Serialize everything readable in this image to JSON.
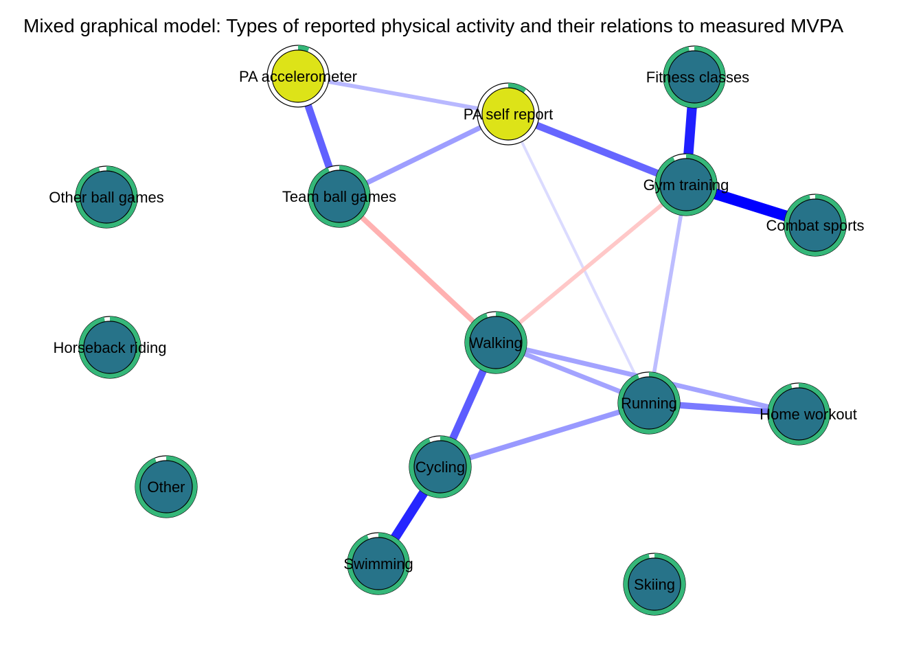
{
  "title": "Mixed graphical model: Types of reported physical activity and their relations to measured MVPA",
  "colors": {
    "continuous_node": "#dde318",
    "categorical_node": "#277389",
    "pie_fill": "#35b779",
    "positive_edge": "#0000ff",
    "negative_edge": "#ff0000",
    "node_border": "#000000",
    "background": "#ffffff"
  },
  "nodes": [
    {
      "id": "pa_acc",
      "label": "PA accelerometer",
      "type": "continuous",
      "predictability": 0.06
    },
    {
      "id": "pa_self",
      "label": "PA self report",
      "type": "continuous",
      "predictability": 0.1
    },
    {
      "id": "fitness",
      "label": "Fitness classes",
      "type": "categorical",
      "predictability": 0.97
    },
    {
      "id": "other_ball",
      "label": "Other ball games",
      "type": "categorical",
      "predictability": 0.96
    },
    {
      "id": "team_ball",
      "label": "Team ball games",
      "type": "categorical",
      "predictability": 0.94
    },
    {
      "id": "gym",
      "label": "Gym training",
      "type": "categorical",
      "predictability": 0.93
    },
    {
      "id": "combat",
      "label": "Combat sports",
      "type": "categorical",
      "predictability": 0.97
    },
    {
      "id": "horseback",
      "label": "Horseback riding",
      "type": "categorical",
      "predictability": 0.97
    },
    {
      "id": "walking",
      "label": "Walking",
      "type": "categorical",
      "predictability": 0.95
    },
    {
      "id": "running",
      "label": "Running",
      "type": "categorical",
      "predictability": 0.94
    },
    {
      "id": "home",
      "label": "Home workout",
      "type": "categorical",
      "predictability": 0.96
    },
    {
      "id": "cycling",
      "label": "Cycling",
      "type": "categorical",
      "predictability": 0.94
    },
    {
      "id": "other",
      "label": "Other",
      "type": "categorical",
      "predictability": 0.94
    },
    {
      "id": "swimming",
      "label": "Swimming",
      "type": "categorical",
      "predictability": 0.94
    },
    {
      "id": "skiing",
      "label": "Skiing",
      "type": "categorical",
      "predictability": 0.97
    }
  ],
  "edges": [
    {
      "from": "pa_acc",
      "to": "pa_self",
      "sign": "positive",
      "weight": 0.28
    },
    {
      "from": "pa_acc",
      "to": "team_ball",
      "sign": "positive",
      "weight": 0.62
    },
    {
      "from": "pa_self",
      "to": "team_ball",
      "sign": "positive",
      "weight": 0.38
    },
    {
      "from": "pa_self",
      "to": "gym",
      "sign": "positive",
      "weight": 0.6
    },
    {
      "from": "pa_self",
      "to": "running",
      "sign": "positive",
      "weight": 0.14
    },
    {
      "from": "fitness",
      "to": "gym",
      "sign": "positive",
      "weight": 0.88
    },
    {
      "from": "gym",
      "to": "combat",
      "sign": "positive",
      "weight": 1.0
    },
    {
      "from": "gym",
      "to": "walking",
      "sign": "negative",
      "weight": 0.28
    },
    {
      "from": "gym",
      "to": "running",
      "sign": "positive",
      "weight": 0.26
    },
    {
      "from": "team_ball",
      "to": "walking",
      "sign": "negative",
      "weight": 0.4
    },
    {
      "from": "walking",
      "to": "running",
      "sign": "positive",
      "weight": 0.36
    },
    {
      "from": "walking",
      "to": "home",
      "sign": "positive",
      "weight": 0.36
    },
    {
      "from": "walking",
      "to": "cycling",
      "sign": "positive",
      "weight": 0.64
    },
    {
      "from": "running",
      "to": "home",
      "sign": "positive",
      "weight": 0.52
    },
    {
      "from": "running",
      "to": "cycling",
      "sign": "positive",
      "weight": 0.4
    },
    {
      "from": "cycling",
      "to": "swimming",
      "sign": "positive",
      "weight": 0.85
    }
  ]
}
